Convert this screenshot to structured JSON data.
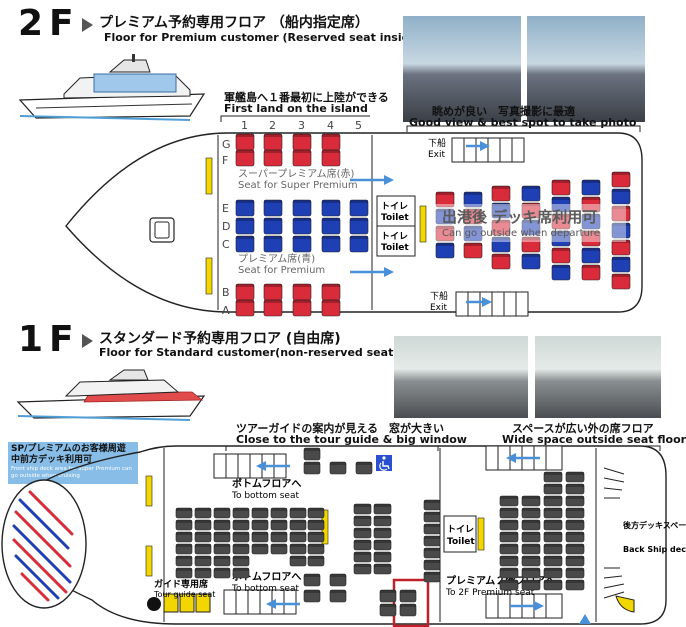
{
  "floor2": {
    "num": "2F",
    "title_jp": "プレミアム予約専用フロア （船内指定席）",
    "title_en": "Floor for Premium customer   (Reserved seat inside)",
    "first_land_jp": "軍艦島へ１番最初に上陸ができる",
    "first_land_en": "First land on the island",
    "good_view_jp": "眺めが良い　写真撮影に最適",
    "good_view_en": "Good view & best spot to take photo",
    "rows": [
      "G",
      "F",
      "E",
      "D",
      "C",
      "B",
      "A"
    ],
    "cols": [
      "1",
      "2",
      "3",
      "4",
      "5"
    ],
    "super_jp": "スーパープレミアム席(赤)",
    "super_en": "Seat for Super Premium",
    "premium_jp": "プレミアム席(青)",
    "premium_en": "Seat for Premium",
    "toilet_jp": "トイレ",
    "toilet_en": "Toilet",
    "exit_jp": "下船",
    "exit_en": "Exit",
    "deck_jp": "出港後 デッキ席利用可",
    "deck_en": "Can go outside when departure"
  },
  "floor1": {
    "num": "1F",
    "title_jp": "スタンダード予約専用フロア (自由席)",
    "title_en": "Floor for Standard customer(non-reserved seat)",
    "guide_jp": "ツアーガイドの案内が見える　窓が大きい",
    "guide_en": "Close to the tour guide & big window",
    "space_jp": "スペースが広い外の席フロア",
    "space_en": "Wide space outside seat floor",
    "sp_jp": "SP/プレミアムのお客様周遊中前方デッキ利用可",
    "sp_en": "Front ship deck area for Super Premium can go outside when cruising",
    "bottom_jp": "ボトムフロアへ",
    "bottom_en": "To bottom seat",
    "toilet_jp": "トイレ",
    "toilet_en": "Toilet",
    "to2f_jp": "プレミアム２階フロアへ",
    "to2f_en": "To 2F Premium seat",
    "guide_seat_jp": "ガイド専用席",
    "guide_seat_en": "Tour guide seat",
    "back_jp": "後方デッキスペース",
    "back_en": "Back Ship deck area"
  },
  "colors": {
    "red_seat": "#d92b3a",
    "blue_seat": "#1f3fb5",
    "grey_seat": "#4a4a4a",
    "arrow": "#4a90d9",
    "yellow": "#f2d600",
    "sp_box": "#87bde6"
  }
}
